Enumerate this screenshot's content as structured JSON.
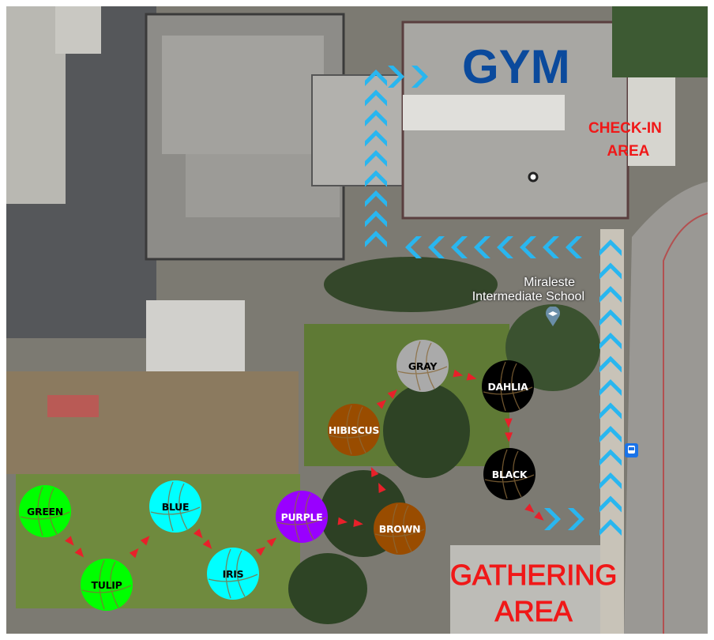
{
  "labels": {
    "gym": "GYM",
    "check_in": [
      "CHECK-IN",
      "AREA"
    ],
    "gathering": [
      "GATHERING",
      "AREA"
    ],
    "school": [
      "Miraleste",
      "Intermediate School"
    ]
  },
  "icons": {
    "school_pin": "school-pin-icon",
    "bus_stop": "bus-stop-icon",
    "route_chevron": "chevron-icon",
    "route_arrow": "triangle-arrow-icon"
  },
  "colors": {
    "route_chevron": "#29b6ef",
    "route_arrow": "#e8202a",
    "gym_text": "#0b4a9c",
    "area_text": "#f01818"
  },
  "stations": [
    {
      "id": "green",
      "label": "GREEN",
      "color": "#00ff00",
      "text_color": "#000000"
    },
    {
      "id": "tulip",
      "label": "TULIP",
      "color": "#00ff00",
      "text_color": "#000000"
    },
    {
      "id": "blue",
      "label": "BLUE",
      "color": "#00ffff",
      "text_color": "#000000"
    },
    {
      "id": "iris",
      "label": "IRIS",
      "color": "#00ffff",
      "text_color": "#000000"
    },
    {
      "id": "purple",
      "label": "PURPLE",
      "color": "#9900ff",
      "text_color": "#ffffff"
    },
    {
      "id": "brown",
      "label": "BROWN",
      "color": "#994c00",
      "text_color": "#ffffff"
    },
    {
      "id": "hibiscus",
      "label": "HIBISCUS",
      "color": "#994c00",
      "text_color": "#ffffff"
    },
    {
      "id": "gray",
      "label": "GRAY",
      "color": "#aaaaaa",
      "text_color": "#000000"
    },
    {
      "id": "dahlia",
      "label": "DAHLIA",
      "color": "#000000",
      "text_color": "#ffffff"
    },
    {
      "id": "black",
      "label": "BLACK",
      "color": "#000000",
      "text_color": "#ffffff"
    }
  ],
  "route_order": [
    "green",
    "tulip",
    "blue",
    "iris",
    "purple",
    "brown",
    "hibiscus",
    "gray",
    "dahlia",
    "black"
  ]
}
